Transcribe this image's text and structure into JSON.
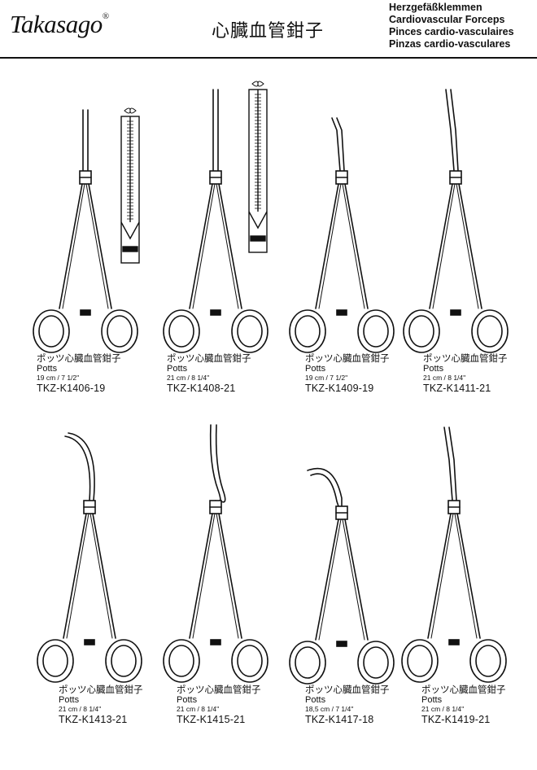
{
  "header": {
    "logo": "Takasago",
    "logo_mark": "®",
    "title_jp": "心臓血管鉗子",
    "title_de": "Herzgefäßklemmen",
    "title_en": "Cardiovascular Forceps",
    "title_fr": "Pinces cardio-vasculaires",
    "title_es": "Pinzas cardio-vasculares"
  },
  "items": [
    {
      "name_jp": "ポッツ心臓血管鉗子",
      "brand": "Potts",
      "size": "19 cm / 7 1/2''",
      "code": "TKZ-K1406-19",
      "tip": "straight",
      "detail": true
    },
    {
      "name_jp": "ポッツ心臓血管鉗子",
      "brand": "Potts",
      "size": "21 cm / 8 1/4''",
      "code": "TKZ-K1408-21",
      "tip": "straight",
      "detail": true
    },
    {
      "name_jp": "ポッツ心臓血管鉗子",
      "brand": "Potts",
      "size": "19 cm / 7 1/2''",
      "code": "TKZ-K1409-19",
      "tip": "angled",
      "detail": false
    },
    {
      "name_jp": "ポッツ心臓血管鉗子",
      "brand": "Potts",
      "size": "21 cm / 8 1/4''",
      "code": "TKZ-K1411-21",
      "tip": "angled",
      "detail": false
    },
    {
      "name_jp": "ポッツ心臓血管鉗子",
      "brand": "Potts",
      "size": "21 cm / 8 1/4''",
      "code": "TKZ-K1413-21",
      "tip": "curved",
      "detail": false
    },
    {
      "name_jp": "ポッツ心臓血管鉗子",
      "brand": "Potts",
      "size": "21 cm / 8 1/4''",
      "code": "TKZ-K1415-21",
      "tip": "s-curved",
      "detail": false
    },
    {
      "name_jp": "ポッツ心臓血管鉗子",
      "brand": "Potts",
      "size": "18,5 cm / 7 1/4''",
      "code": "TKZ-K1417-18",
      "tip": "hooked",
      "detail": false
    },
    {
      "name_jp": "ポッツ心臓血管鉗子",
      "brand": "Potts",
      "size": "21 cm / 8 1/4''",
      "code": "TKZ-K1419-21",
      "tip": "angled-long",
      "detail": false
    }
  ]
}
